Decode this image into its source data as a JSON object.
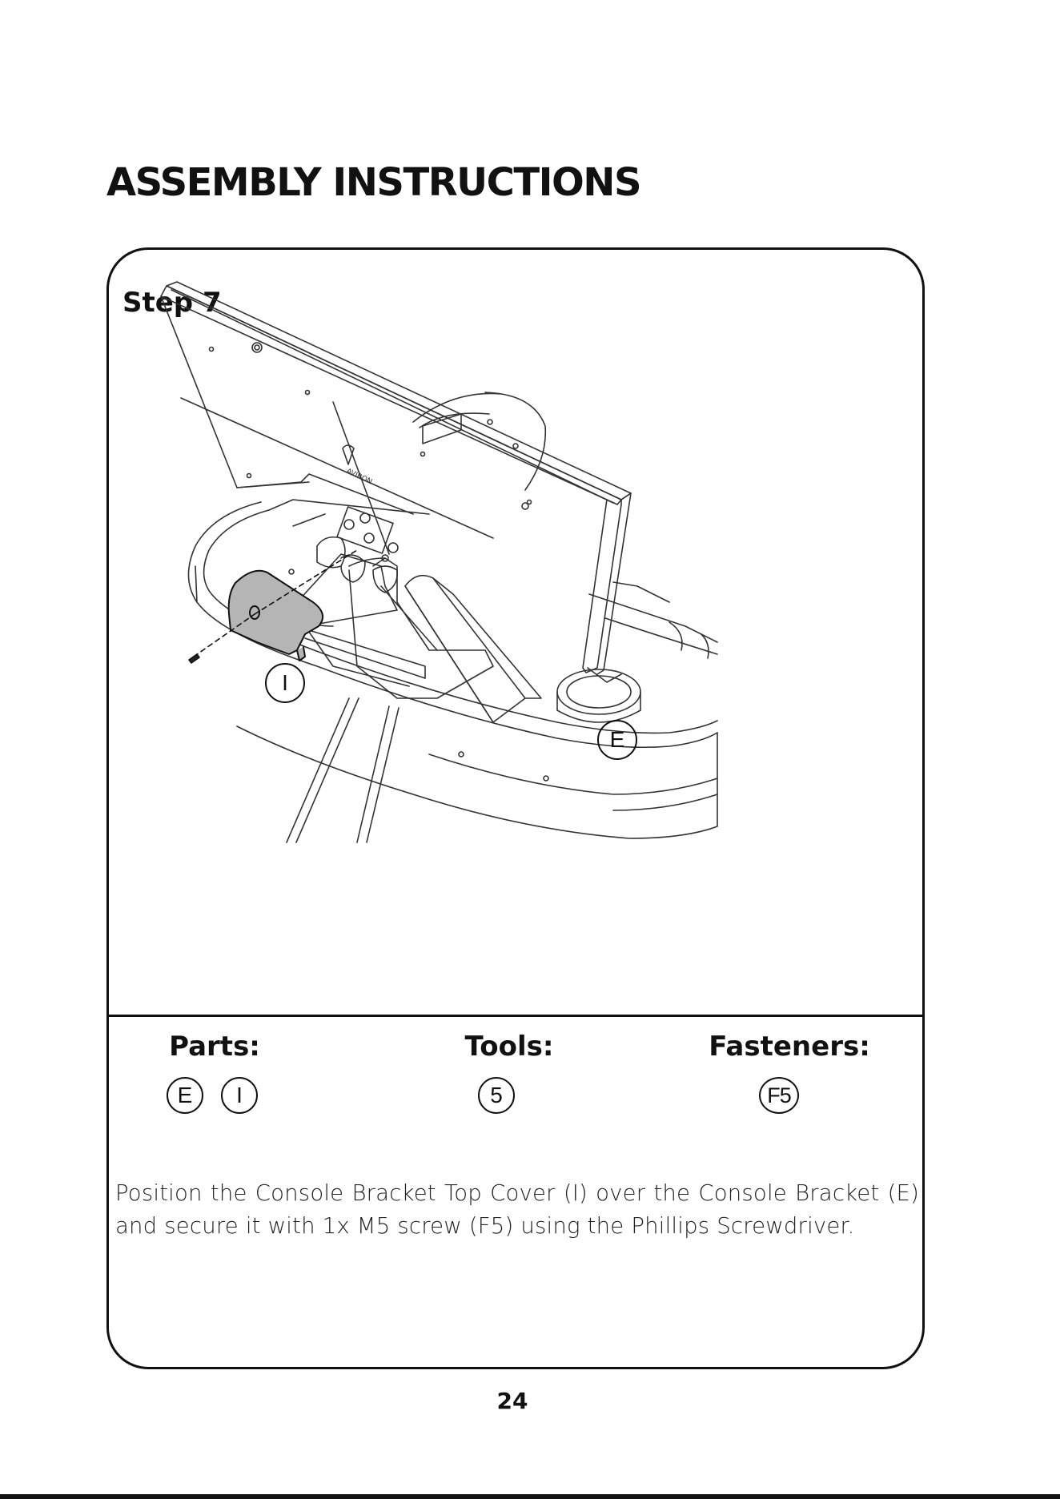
{
  "header": {
    "title": "ASSEMBLY INSTRUCTIONS"
  },
  "step": {
    "label": "Step 7"
  },
  "illustration": {
    "callouts": {
      "top_cover": "I",
      "console_bracket": "E"
    },
    "logo_text": "AVIRON"
  },
  "requirements": {
    "parts": {
      "label": "Parts:",
      "items": [
        "E",
        "I"
      ]
    },
    "tools": {
      "label": "Tools:",
      "items": [
        "5"
      ]
    },
    "fasteners": {
      "label": "Fasteners:",
      "items": [
        "F5"
      ]
    }
  },
  "instruction": {
    "text": "Position the Console Bracket Top Cover (I) over the Console Bracket (E) and secure it with 1x M5 screw (F5) using the Phillips Screwdriver."
  },
  "footer": {
    "page_number": "24"
  },
  "colors": {
    "ink": "#111111",
    "cover_fill": "#b5b5b5",
    "background": "#ffffff"
  }
}
